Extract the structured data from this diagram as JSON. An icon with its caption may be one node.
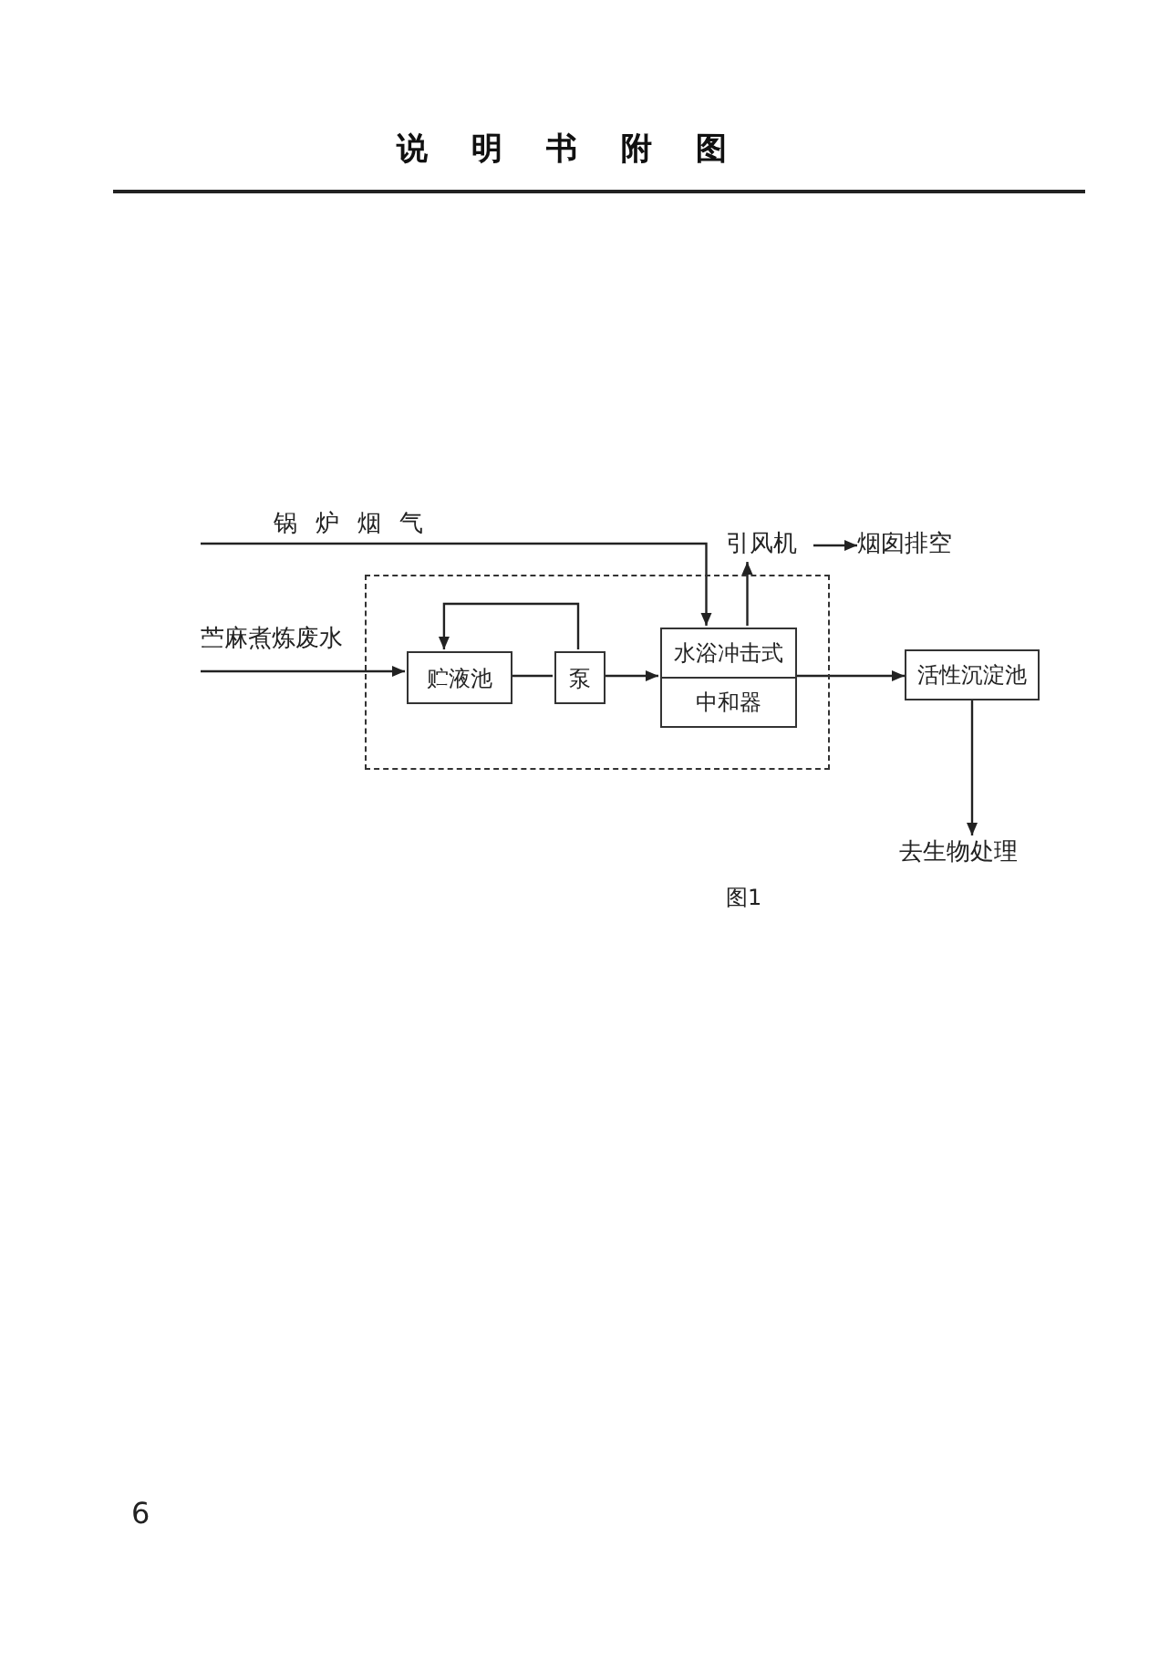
{
  "diagram": {
    "title": "说明书附图",
    "nodes": [
      {
        "text": [],
        "shape": "box"
      },
      {
        "text": [
          "锅炉烟气"
        ]
      },
      {
        "text": [
          "苎麻煮炼废水"
        ]
      },
      {
        "text": [
          "贮液池"
        ],
        "in": 0
      },
      {
        "text": [
          "泵"
        ],
        "in": 0
      },
      {
        "text": [
          "水浴冲击式",
          "中和器"
        ],
        "in": 0
      },
      {
        "text": [
          "引风机"
        ]
      },
      {
        "text": [
          "烟囱排空"
        ]
      },
      {
        "text": [
          "活性沉淀池"
        ]
      },
      {
        "text": [
          "去生物处理"
        ]
      }
    ],
    "edges": [
      {
        "from": 1,
        "to": 5,
        "arrow": "to"
      },
      {
        "from": 2,
        "to": 3,
        "arrow": "to"
      },
      {
        "from": 3,
        "to": 4,
        "arrow": "none"
      },
      {
        "from": 4,
        "to": 3,
        "arrow": "to"
      },
      {
        "from": 4,
        "to": 5,
        "arrow": "to"
      },
      {
        "from": 5,
        "to": 6,
        "arrow": "to"
      },
      {
        "from": 6,
        "to": 7,
        "arrow": "to"
      },
      {
        "from": 5,
        "to": 8,
        "arrow": "to"
      },
      {
        "from": 8,
        "to": 9,
        "arrow": "to"
      }
    ],
    "labels": [
      "图1",
      "6"
    ]
  }
}
